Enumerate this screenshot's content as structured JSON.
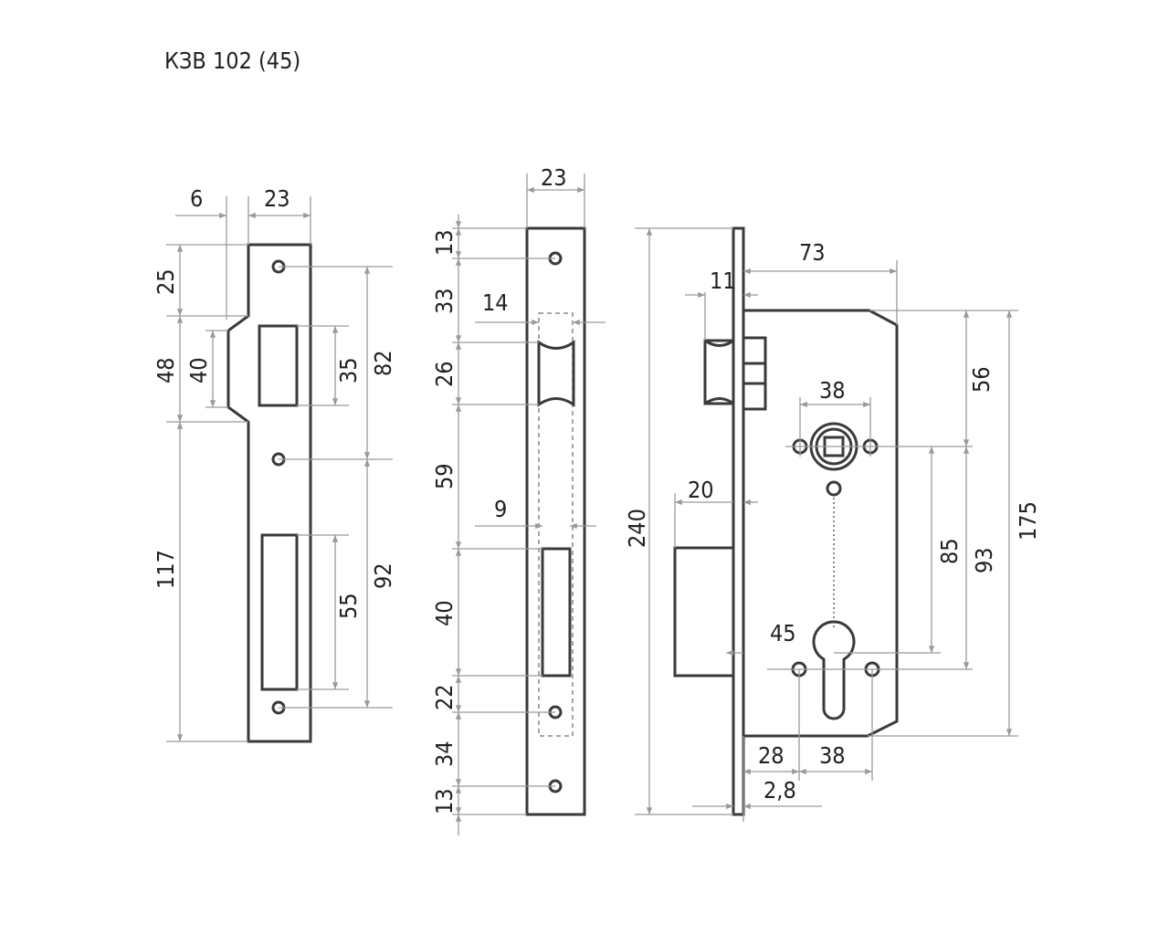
{
  "title": "КЗВ 102 (45)",
  "strike_plate": {
    "dims": [
      "6",
      "23",
      "25",
      "48",
      "40",
      "35",
      "82",
      "117",
      "55",
      "92"
    ]
  },
  "faceplate": {
    "dims": [
      "23",
      "13",
      "33",
      "14",
      "26",
      "59",
      "9",
      "40",
      "22",
      "34",
      "13"
    ]
  },
  "lock_body": {
    "dims": [
      "240",
      "73",
      "11",
      "38",
      "56",
      "20",
      "85",
      "93",
      "175",
      "45",
      "28",
      "38",
      "2,8"
    ]
  },
  "colors": {
    "outline": "#3a3a3a",
    "dimension": "#9a9a9a"
  }
}
